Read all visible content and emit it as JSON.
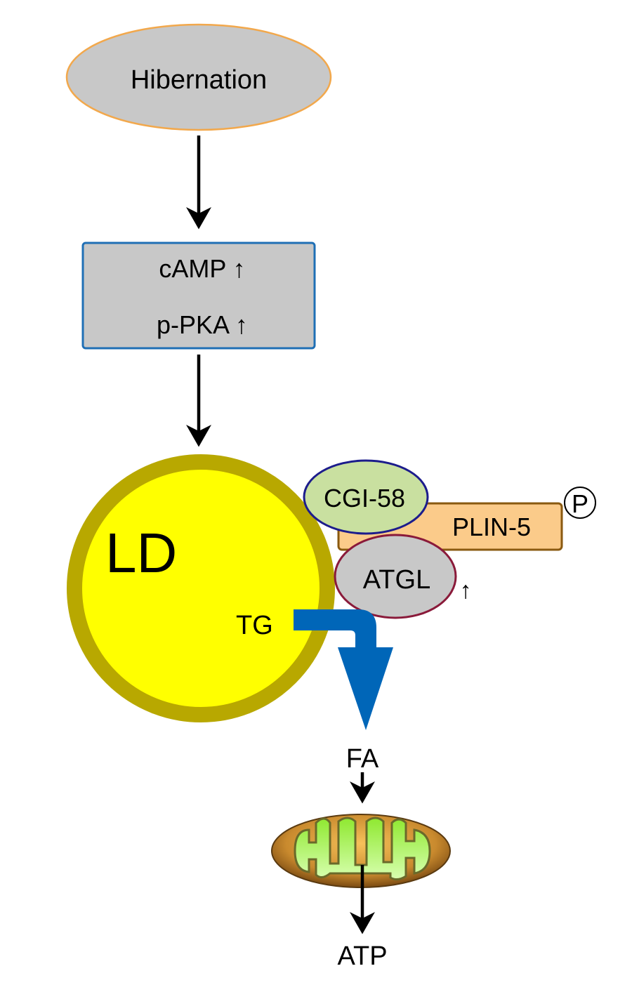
{
  "nodes": {
    "hibernation": "Hibernation",
    "camp": "cAMP ↑",
    "ppka": "p-PKA ↑",
    "ld": "LD",
    "tg": "TG",
    "cgi58": "CGI-58",
    "plin5": "PLIN-5",
    "phospho": "P",
    "atgl": "ATGL",
    "atgl_up": "↑",
    "fa": "FA",
    "atp": "ATP"
  },
  "colors": {
    "node_gray": "#c8c8c8",
    "hibernation_border": "#f2a84c",
    "box_border": "#1f6fb5",
    "ld_fill": "#ffff00",
    "ld_border": "#b8a800",
    "cgi58_fill": "#c9e0a0",
    "cgi58_border": "#1c1c8c",
    "plin5_fill": "#fbcb8a",
    "plin5_border": "#8a5a10",
    "atgl_border": "#8a1a3a",
    "flux_arrow": "#0066b8"
  }
}
